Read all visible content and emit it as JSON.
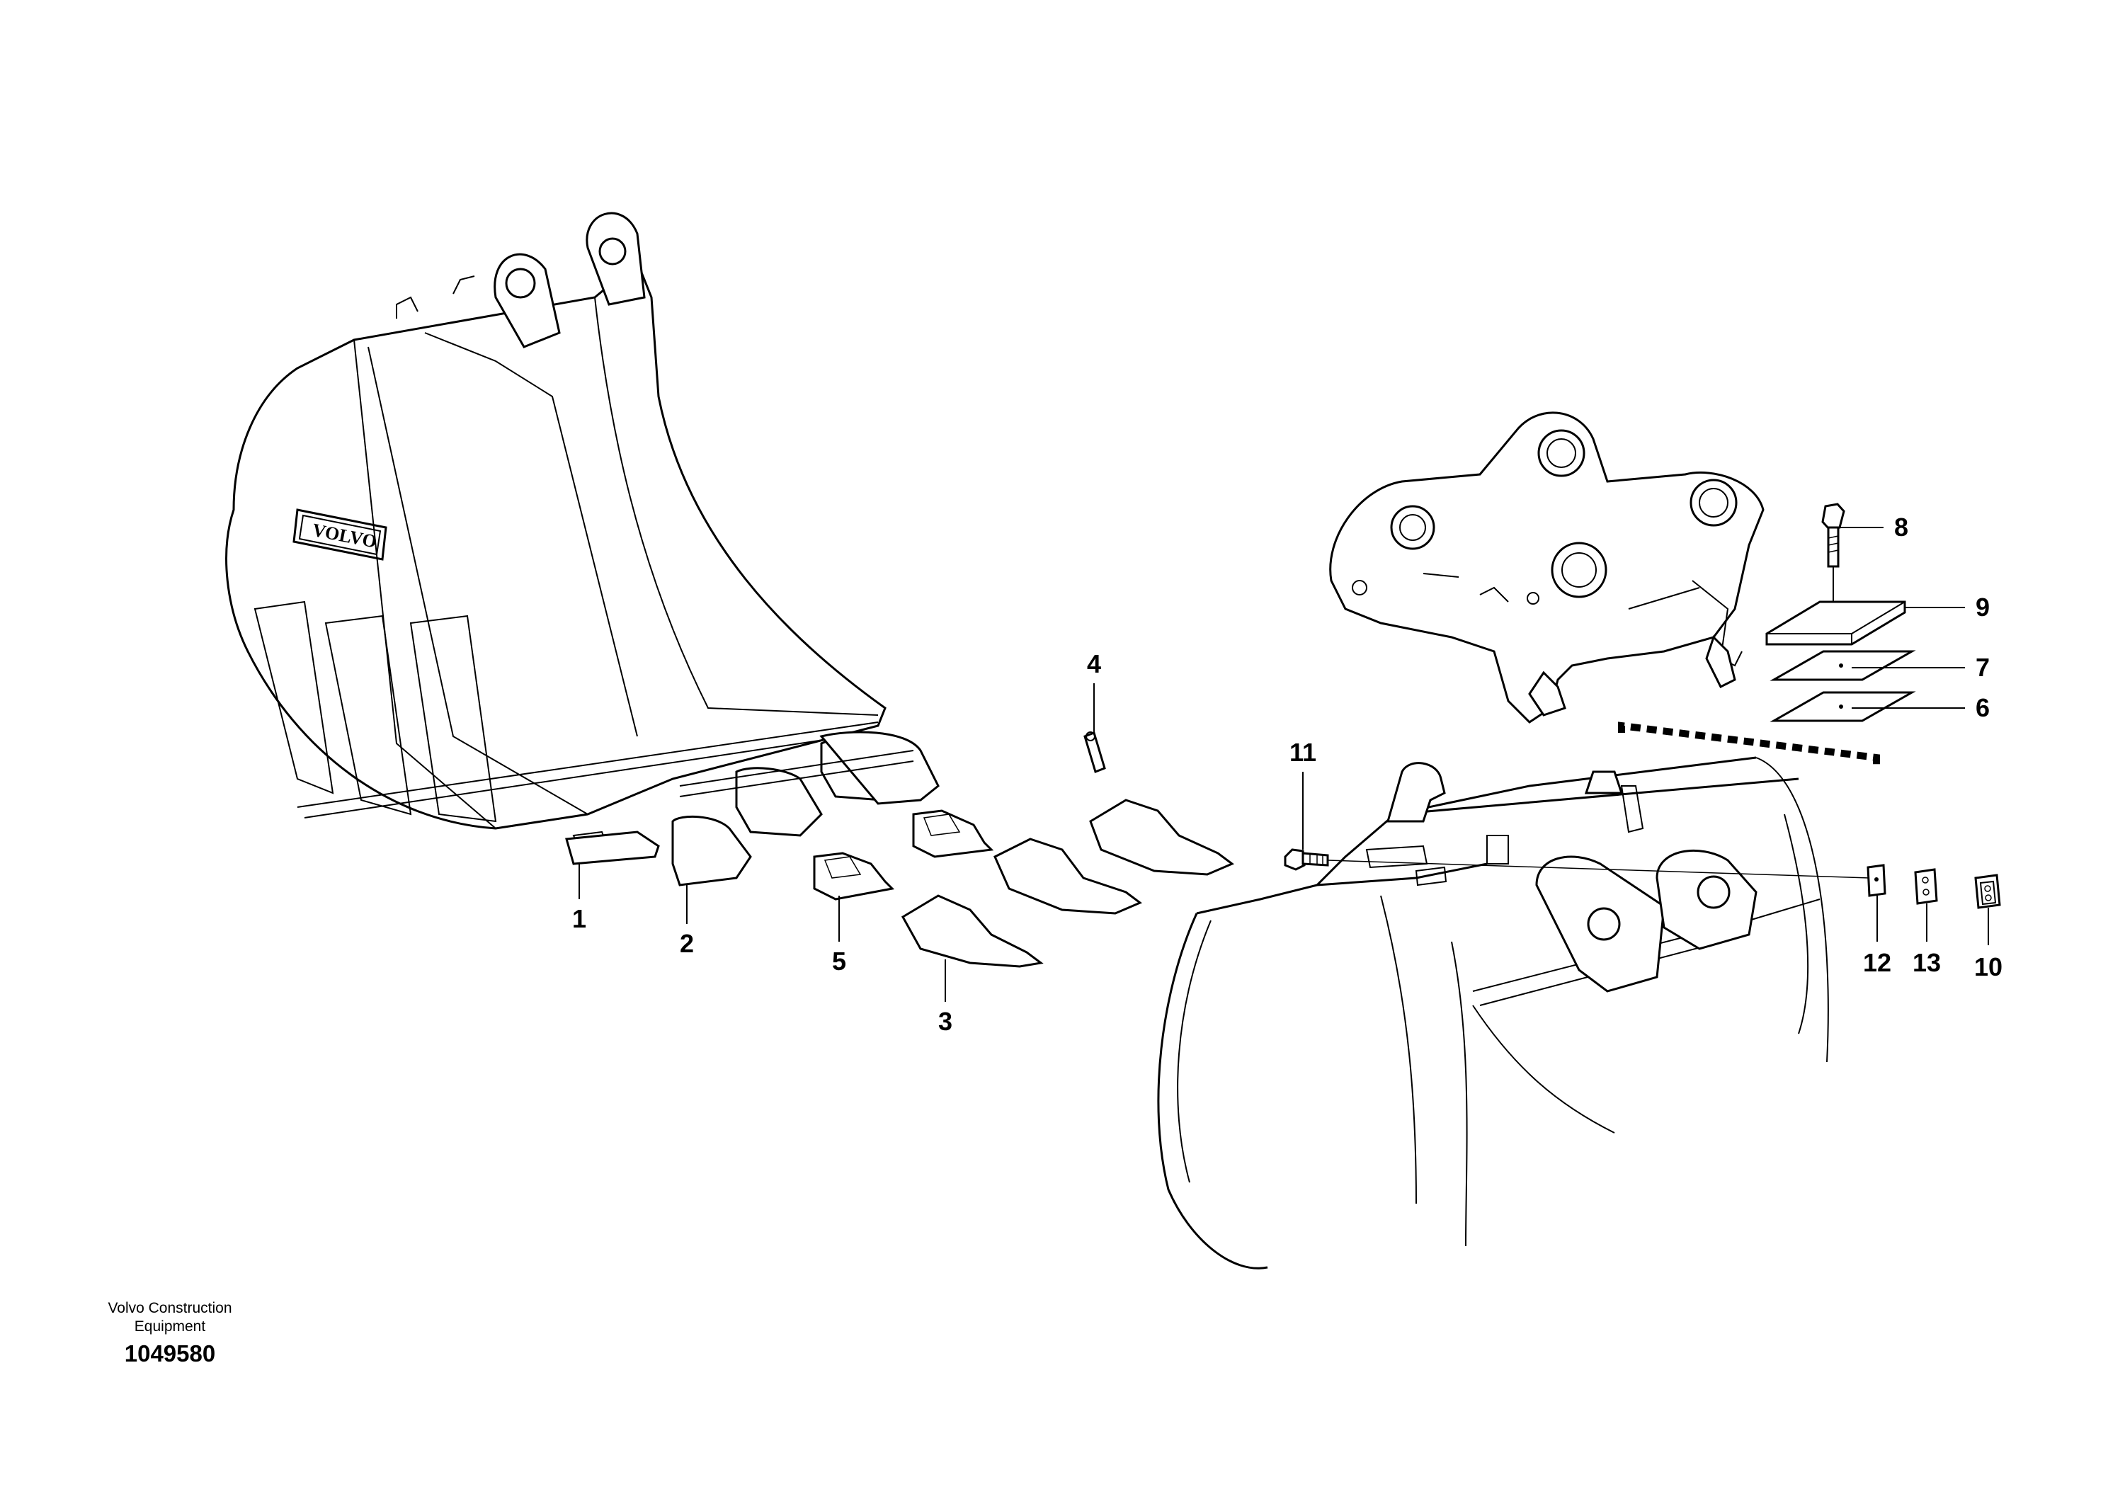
{
  "diagram": {
    "parts": [
      {
        "id": "1",
        "label": "1"
      },
      {
        "id": "2",
        "label": "2"
      },
      {
        "id": "3",
        "label": "3"
      },
      {
        "id": "4",
        "label": "4"
      },
      {
        "id": "5",
        "label": "5"
      },
      {
        "id": "6",
        "label": "6"
      },
      {
        "id": "7",
        "label": "7"
      },
      {
        "id": "8",
        "label": "8"
      },
      {
        "id": "9",
        "label": "9"
      },
      {
        "id": "10",
        "label": "10"
      },
      {
        "id": "11",
        "label": "11"
      },
      {
        "id": "12",
        "label": "12"
      },
      {
        "id": "13",
        "label": "13"
      }
    ],
    "brand_plate": "VOLVO"
  },
  "footer": {
    "company": "Volvo Construction Equipment",
    "drawing_number": "1049580"
  }
}
